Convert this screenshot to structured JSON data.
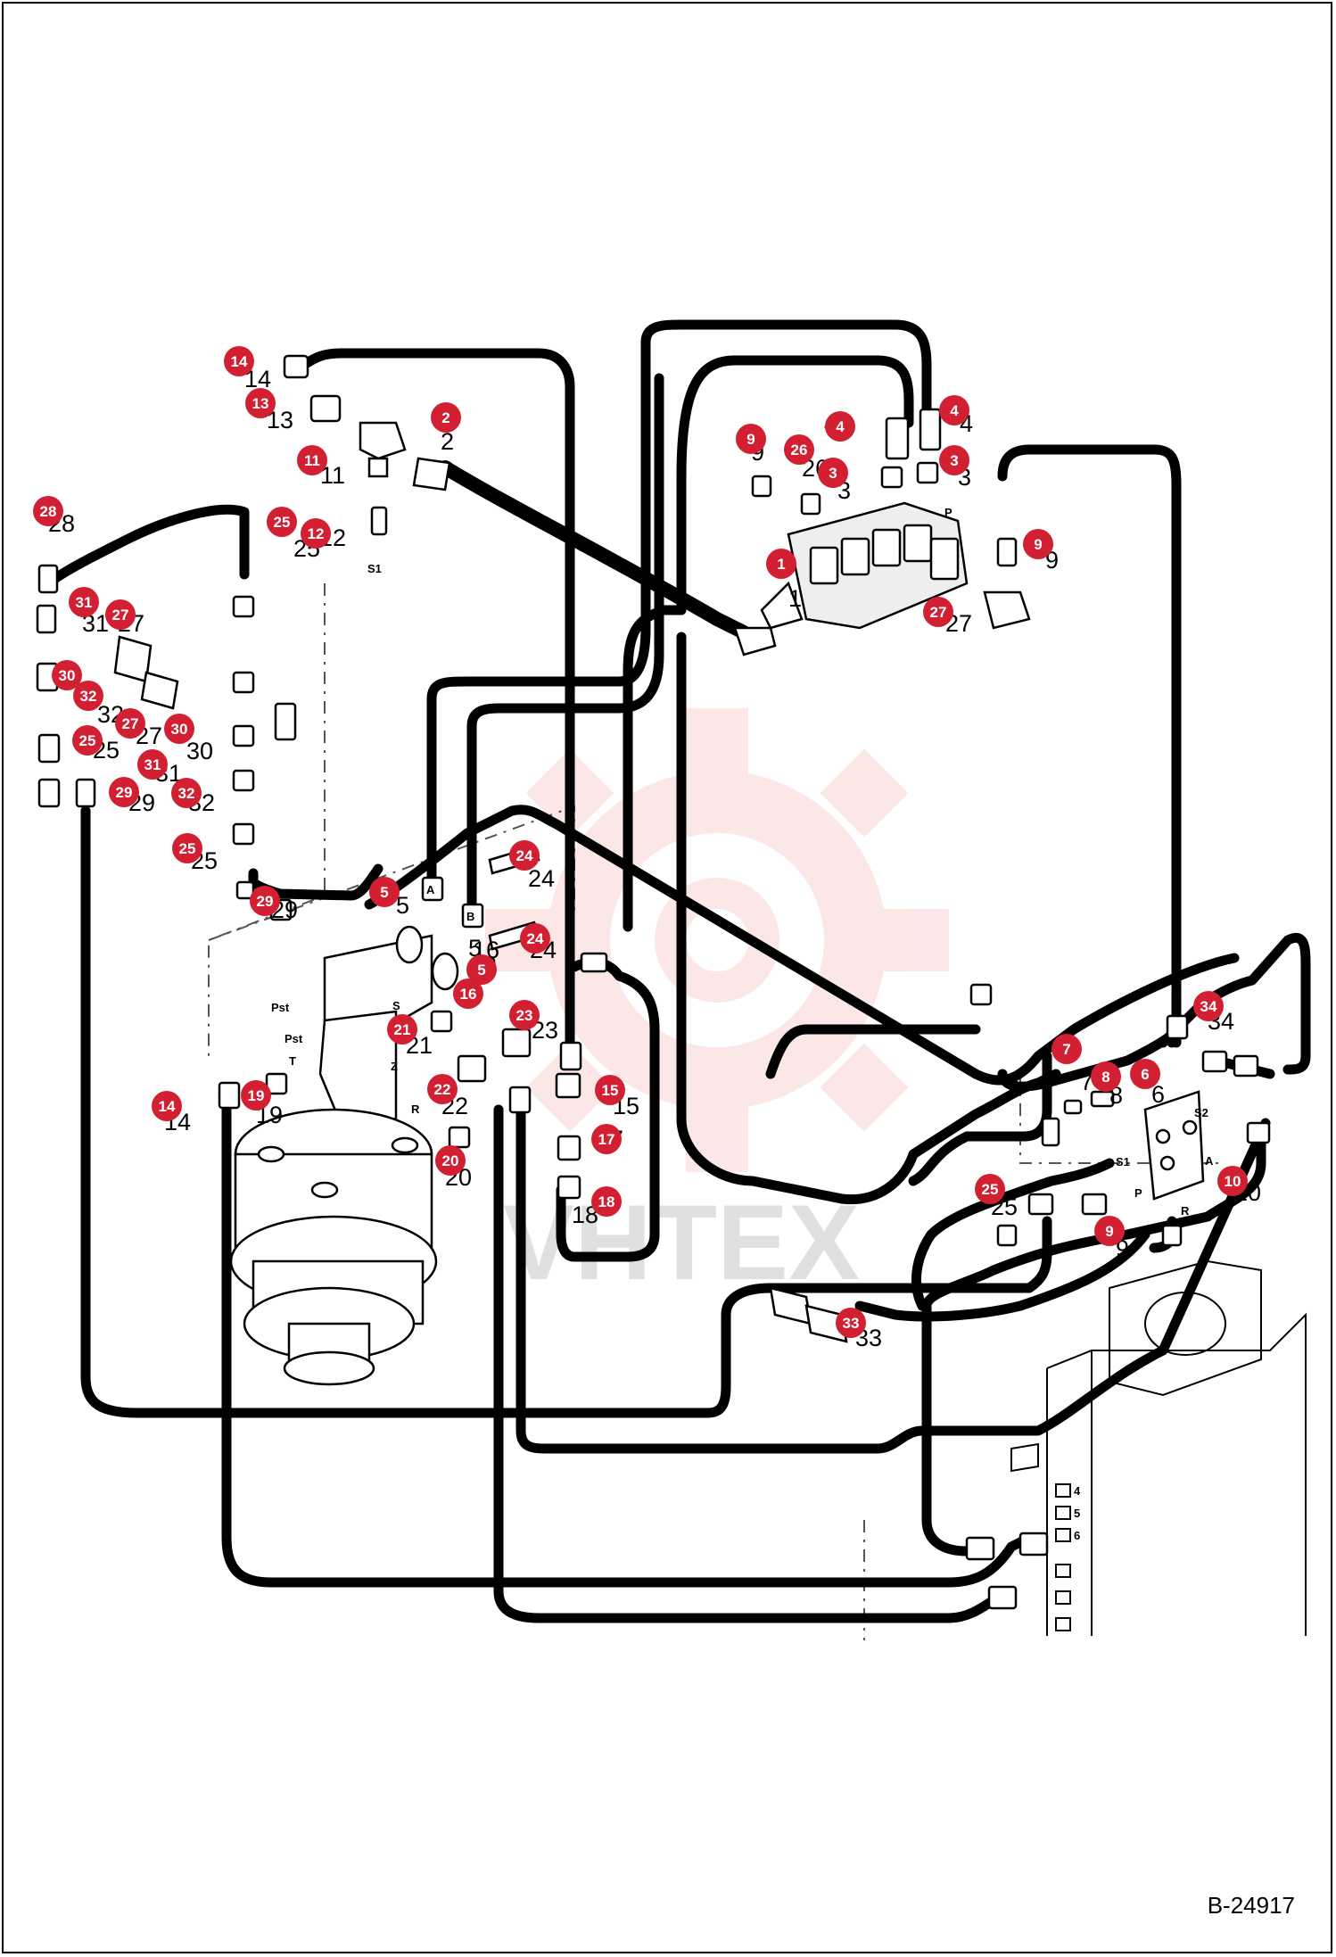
{
  "document": {
    "id": "B-24917"
  },
  "watermark": {
    "text": "VHTEX"
  },
  "colors": {
    "callout": "#d21f32",
    "hose": "#000000",
    "watermark": "#f08080"
  },
  "callouts": [
    {
      "n": "1"
    },
    {
      "n": "2"
    },
    {
      "n": "3"
    },
    {
      "n": "3"
    },
    {
      "n": "4"
    },
    {
      "n": "4"
    },
    {
      "n": "5"
    },
    {
      "n": "5"
    },
    {
      "n": "6"
    },
    {
      "n": "7"
    },
    {
      "n": "8"
    },
    {
      "n": "9"
    },
    {
      "n": "9"
    },
    {
      "n": "9"
    },
    {
      "n": "10"
    },
    {
      "n": "11"
    },
    {
      "n": "12"
    },
    {
      "n": "13"
    },
    {
      "n": "14"
    },
    {
      "n": "14"
    },
    {
      "n": "15"
    },
    {
      "n": "16"
    },
    {
      "n": "17"
    },
    {
      "n": "18"
    },
    {
      "n": "19"
    },
    {
      "n": "20"
    },
    {
      "n": "21"
    },
    {
      "n": "22"
    },
    {
      "n": "23"
    },
    {
      "n": "24"
    },
    {
      "n": "24"
    },
    {
      "n": "25"
    },
    {
      "n": "25"
    },
    {
      "n": "25"
    },
    {
      "n": "25"
    },
    {
      "n": "26"
    },
    {
      "n": "27"
    },
    {
      "n": "27"
    },
    {
      "n": "27"
    },
    {
      "n": "28"
    },
    {
      "n": "29"
    },
    {
      "n": "29"
    },
    {
      "n": "30"
    },
    {
      "n": "30"
    },
    {
      "n": "31"
    },
    {
      "n": "31"
    },
    {
      "n": "32"
    },
    {
      "n": "32"
    },
    {
      "n": "33"
    },
    {
      "n": "34"
    }
  ],
  "part_numbers": [
    "1",
    "2",
    "3",
    "3",
    "4",
    "4",
    "5",
    "5",
    "6",
    "7",
    "8",
    "9",
    "9",
    "9",
    "10",
    "11",
    "12",
    "13",
    "14",
    "14",
    "15",
    "16",
    "17",
    "18",
    "19",
    "20",
    "21",
    "22",
    "23",
    "24",
    "24",
    "25",
    "25",
    "25",
    "25",
    "26",
    "27",
    "27",
    "27",
    "28",
    "29",
    "29",
    "30",
    "30",
    "31",
    "31",
    "32",
    "32",
    "33",
    "34"
  ],
  "port_labels": {
    "s1_top": "S1",
    "p_valve": "P",
    "a": "A",
    "b": "B",
    "pst1": "Pst",
    "pst2": "Pst",
    "t": "T",
    "z": "Z",
    "r": "R",
    "s": "S",
    "s1": "S1",
    "s2": "S2",
    "a2": "A",
    "p2": "P",
    "r2": "R",
    "l4": "4",
    "l5": "5",
    "l6": "6"
  }
}
